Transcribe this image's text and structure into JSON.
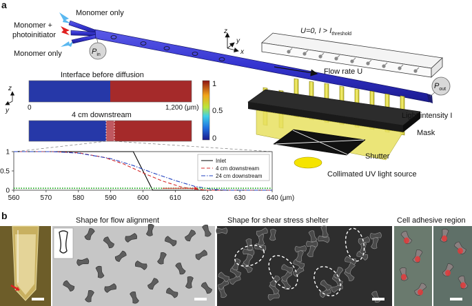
{
  "panel_a": {
    "letter": "a",
    "inlets": {
      "top": "Monomer only",
      "middle_line1": "Monomer +",
      "middle_line2": "photoinitiator",
      "bottom": "Monomer only"
    },
    "pressure_in": {
      "base": "P",
      "sub": "in"
    },
    "pressure_out": {
      "base": "P",
      "sub": "out"
    },
    "axes": {
      "z": "z",
      "y": "y",
      "x": "x"
    },
    "mask_condition": {
      "pre": "U=0, ",
      "i": "I",
      "gt": " > ",
      "ith": "I",
      "ith_sub": "threshold"
    },
    "flow_rate": "Flow rate U",
    "light_intensity": "Light intensity I",
    "mask": "Mask",
    "shutter": "Shutter",
    "uv_source": "Collimated UV light source",
    "interface": {
      "title": "Interface before diffusion",
      "left_tick": "0",
      "right_tick": "1,200 (μm)",
      "z_label": "z",
      "y_label": "y",
      "downstream_title": "4 cm downstream"
    },
    "colorbar": {
      "ticks": [
        "1",
        "0.5",
        "0"
      ]
    }
  },
  "chart_data": {
    "type": "line",
    "x_ticks": [
      "560",
      "570",
      "580",
      "590",
      "600",
      "610",
      "620",
      "630",
      "640 (μm)"
    ],
    "y_ticks": [
      "1",
      "0.5",
      "0"
    ],
    "xlim": [
      560,
      640
    ],
    "ylim": [
      0,
      1
    ],
    "series": [
      {
        "name": "Inlet",
        "color": "#000000",
        "style": "solid",
        "x": [
          560,
          597,
          603,
          640
        ],
        "values": [
          1,
          1,
          0,
          0
        ]
      },
      {
        "name": "4 cm downstream",
        "color": "#d62728",
        "style": "dashed",
        "x": [
          560,
          572,
          580,
          588,
          594,
          600,
          606,
          612,
          616,
          620,
          640
        ],
        "values": [
          1,
          1,
          0.97,
          0.85,
          0.68,
          0.45,
          0.24,
          0.08,
          0.03,
          0,
          0
        ]
      },
      {
        "name": "24 cm downstream",
        "color": "#1f3fbf",
        "style": "dashdot",
        "x": [
          560,
          572,
          580,
          590,
          597,
          603,
          610,
          616,
          622,
          626,
          640
        ],
        "values": [
          1,
          1,
          0.96,
          0.82,
          0.64,
          0.45,
          0.25,
          0.1,
          0.02,
          0,
          0
        ]
      },
      {
        "name": "",
        "color": "#22aa22",
        "style": "dotted",
        "x": [
          560,
          640
        ],
        "values": [
          0.05,
          0.05
        ]
      }
    ],
    "legend_position": "top-right"
  },
  "panel_b": {
    "letter": "b",
    "captions": {
      "alignment": "Shape for flow alignment",
      "shelter": "Shape for shear stress shelter",
      "adhesive": "Cell adhesive region"
    }
  }
}
